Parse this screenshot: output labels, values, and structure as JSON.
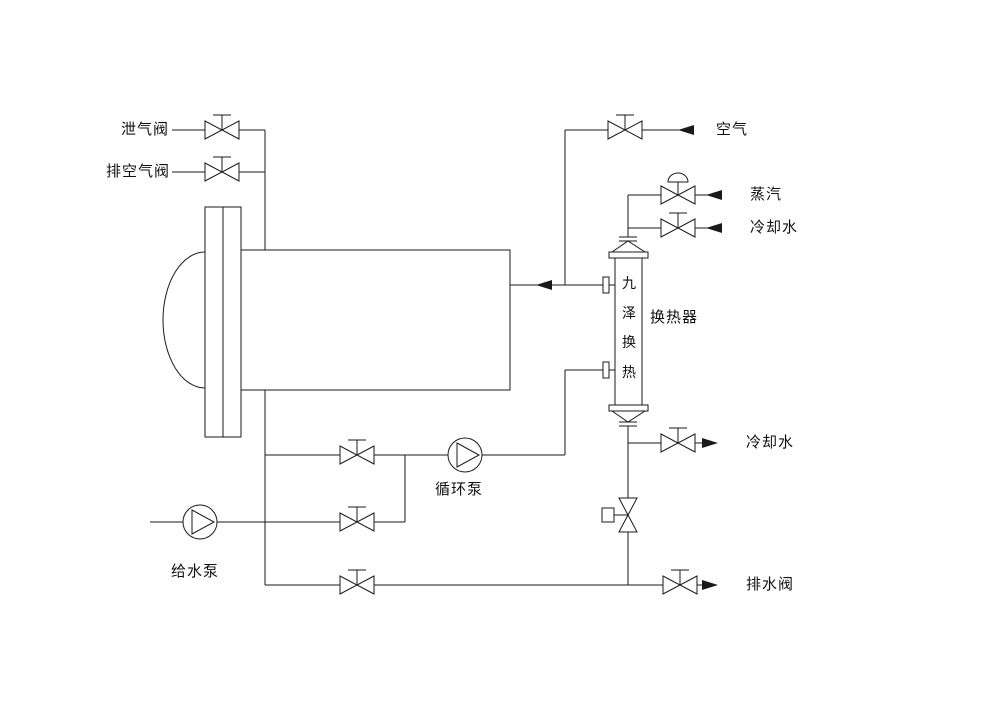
{
  "diagram": {
    "background": "#ffffff",
    "line_color": "#1a1a1a",
    "labels": {
      "vent_valve": "泄气阀",
      "air_release_valve": "排空气阀",
      "air": "空气",
      "steam": "蒸汽",
      "cooling_water_in": "冷却水",
      "heat_exchanger": "换热器",
      "cooling_water_out": "冷却水",
      "circulation_pump": "循环泵",
      "feed_water_pump": "给水泵",
      "drain_valve": "排水阀"
    },
    "exchanger_chars": [
      "九",
      "泽",
      "换",
      "热"
    ]
  }
}
